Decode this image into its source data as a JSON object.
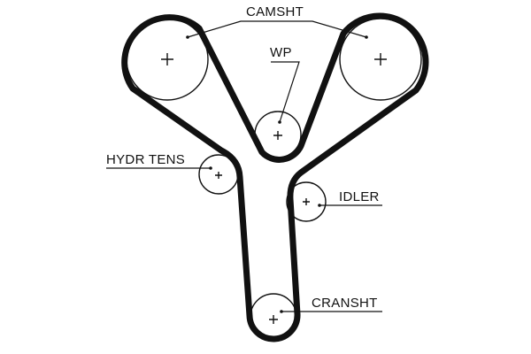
{
  "labels": {
    "camshaft": "CAMSHT",
    "water_pump": "WP",
    "hydraulic_tensioner": "HYDR TENS",
    "idler": "IDLER",
    "crankshaft": "CRANSHT"
  },
  "colors": {
    "belt": "#111111",
    "background": "#ffffff"
  }
}
